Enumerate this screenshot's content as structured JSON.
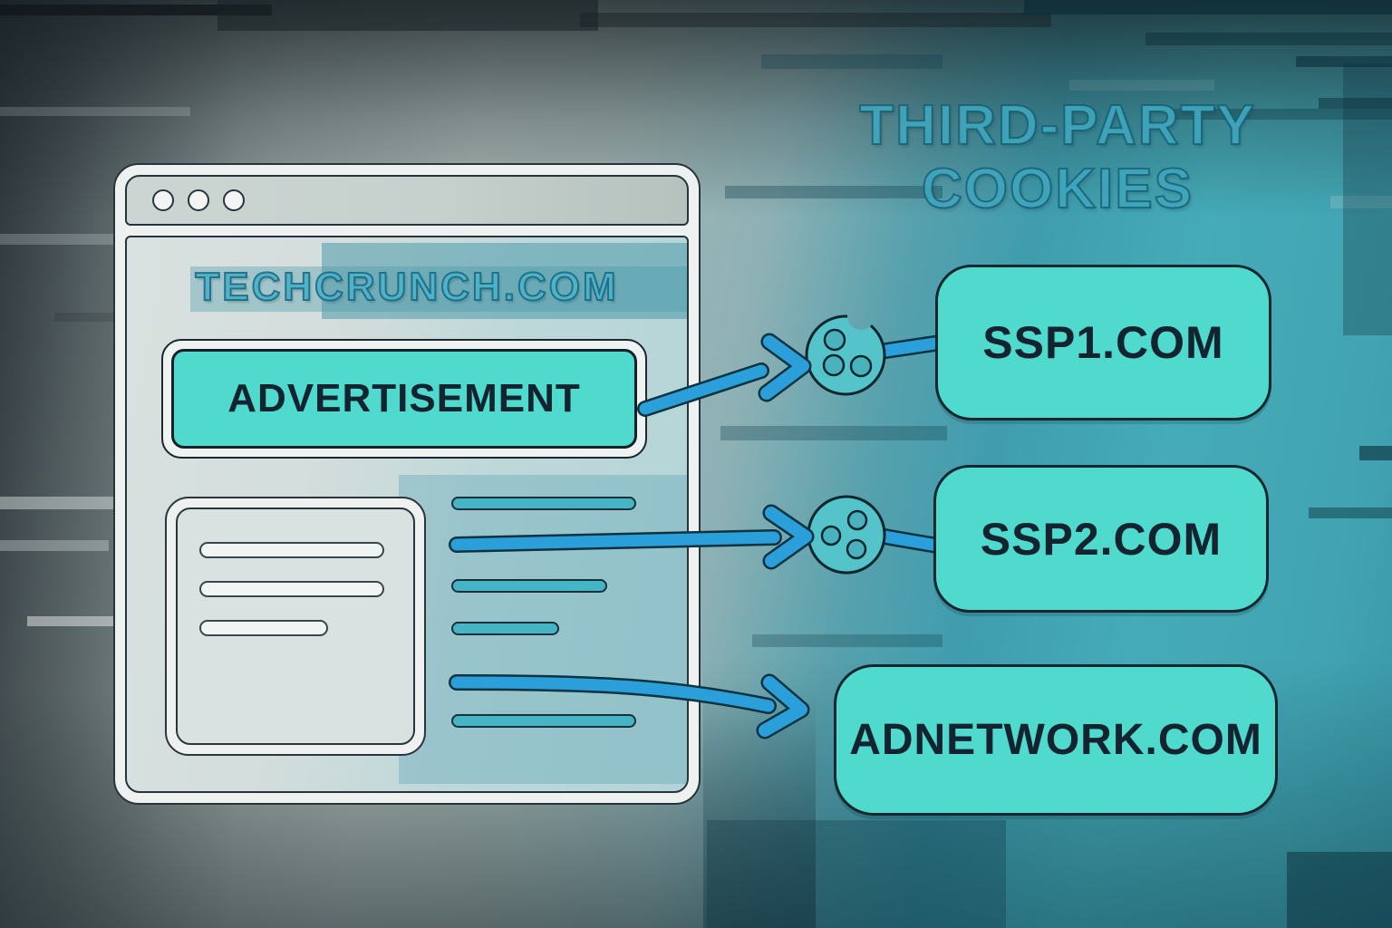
{
  "title": {
    "line1": "THIRD-PARTY",
    "line2": "COOKIES"
  },
  "browser": {
    "site": "TECHCRUNCH.COM",
    "ad_label": "ADVERTISEMENT"
  },
  "cookies": [
    {
      "icon": "cookie-icon"
    },
    {
      "icon": "cookie-icon"
    }
  ],
  "destinations": [
    {
      "label": "SSP1.COM"
    },
    {
      "label": "SSP2.COM"
    },
    {
      "label": "ADNETWORK.COM"
    }
  ],
  "colors": {
    "box_fill": "#4fdacd",
    "box_border": "#15262e",
    "arrow_blue": "#2b9fd9",
    "dark_text": "#132430",
    "title_teal": "#3fa6bc",
    "site_teal": "#4db3cb",
    "cookie_fill": "#54c4ca"
  }
}
